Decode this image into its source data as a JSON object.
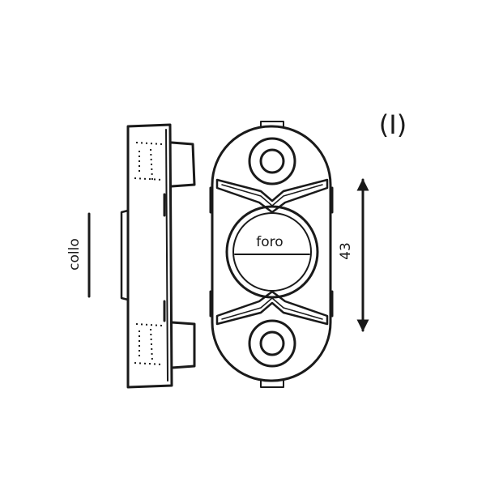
{
  "figure_label": "(I)",
  "labels": {
    "collo": "collo",
    "foro": "foro",
    "dimension": "43"
  },
  "colors": {
    "ink": "#1a1a1a",
    "background": "#ffffff"
  }
}
